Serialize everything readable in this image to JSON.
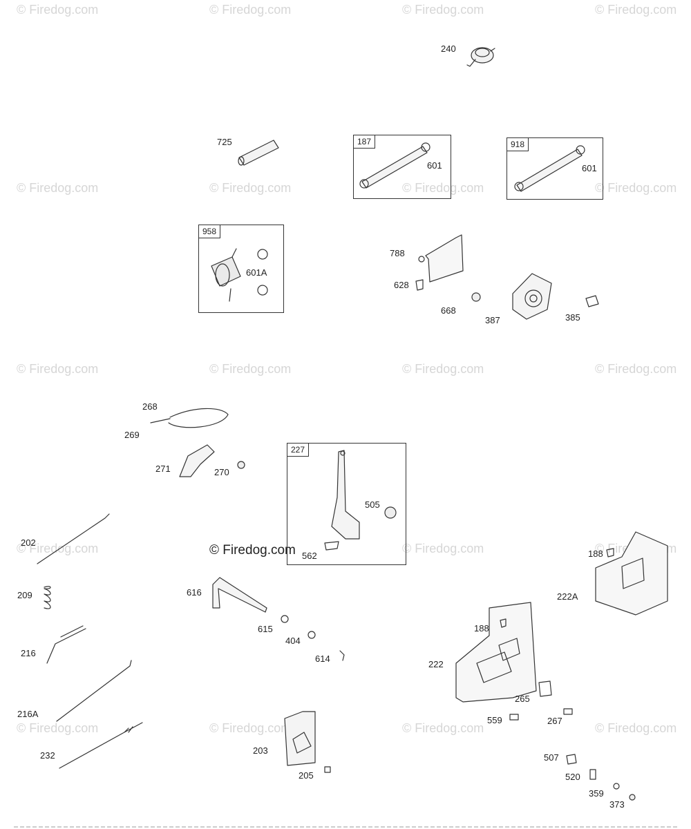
{
  "watermark": "© Firedog.com",
  "center_watermark": "© Firedog.com",
  "kits": [
    {
      "id": "187"
    },
    {
      "id": "918"
    },
    {
      "id": "958"
    },
    {
      "id": "227"
    }
  ],
  "labels": {
    "l240": "240",
    "l725": "725",
    "l601a": "601",
    "l601b": "601",
    "l601A": "601A",
    "l788": "788",
    "l628": "628",
    "l668": "668",
    "l387": "387",
    "l385": "385",
    "l268": "268",
    "l269": "269",
    "l271": "271",
    "l270": "270",
    "l505": "505",
    "l562": "562",
    "l202": "202",
    "l209": "209",
    "l216": "216",
    "l216A": "216A",
    "l232": "232",
    "l616": "616",
    "l615": "615",
    "l404": "404",
    "l614": "614",
    "l203": "203",
    "l205": "205",
    "l188a": "188",
    "l222A": "222A",
    "l188b": "188",
    "l222": "222",
    "l265": "265",
    "l559": "559",
    "l267": "267",
    "l507": "507",
    "l520": "520",
    "l359": "359",
    "l373": "373"
  },
  "colors": {
    "line": "#333333",
    "watermark": "#d6d6d6"
  }
}
